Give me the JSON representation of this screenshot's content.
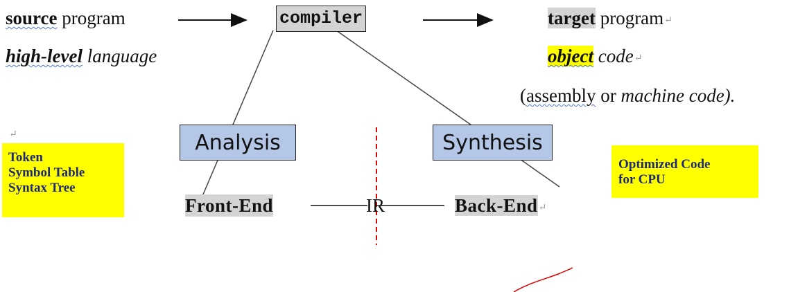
{
  "source": {
    "word": "source",
    "rest": " program"
  },
  "compiler": "compiler",
  "target": {
    "word": "target",
    "rest": " program"
  },
  "high_level": {
    "word": "high-level",
    "rest": " language"
  },
  "object_code": {
    "word": "object",
    "rest": " code"
  },
  "assembly": {
    "open": "(",
    "word": "assembly",
    "mid": " or ",
    "machine": "machine code)."
  },
  "analysis": "Analysis",
  "synthesis": "Synthesis",
  "left_note": [
    "Token",
    "Symbol Table",
    "Syntax Tree"
  ],
  "right_note": [
    "Optimized Code",
    "for CPU"
  ],
  "front_end": "Front-End",
  "ir": "IR",
  "back_end": "Back-End",
  "paragraph_mark": "↵",
  "colors": {
    "box_blue": "#b4c7e7",
    "highlight_yellow": "#ffff00",
    "highlight_gray": "#d4d4d4",
    "red_annotation": "#e00000"
  }
}
